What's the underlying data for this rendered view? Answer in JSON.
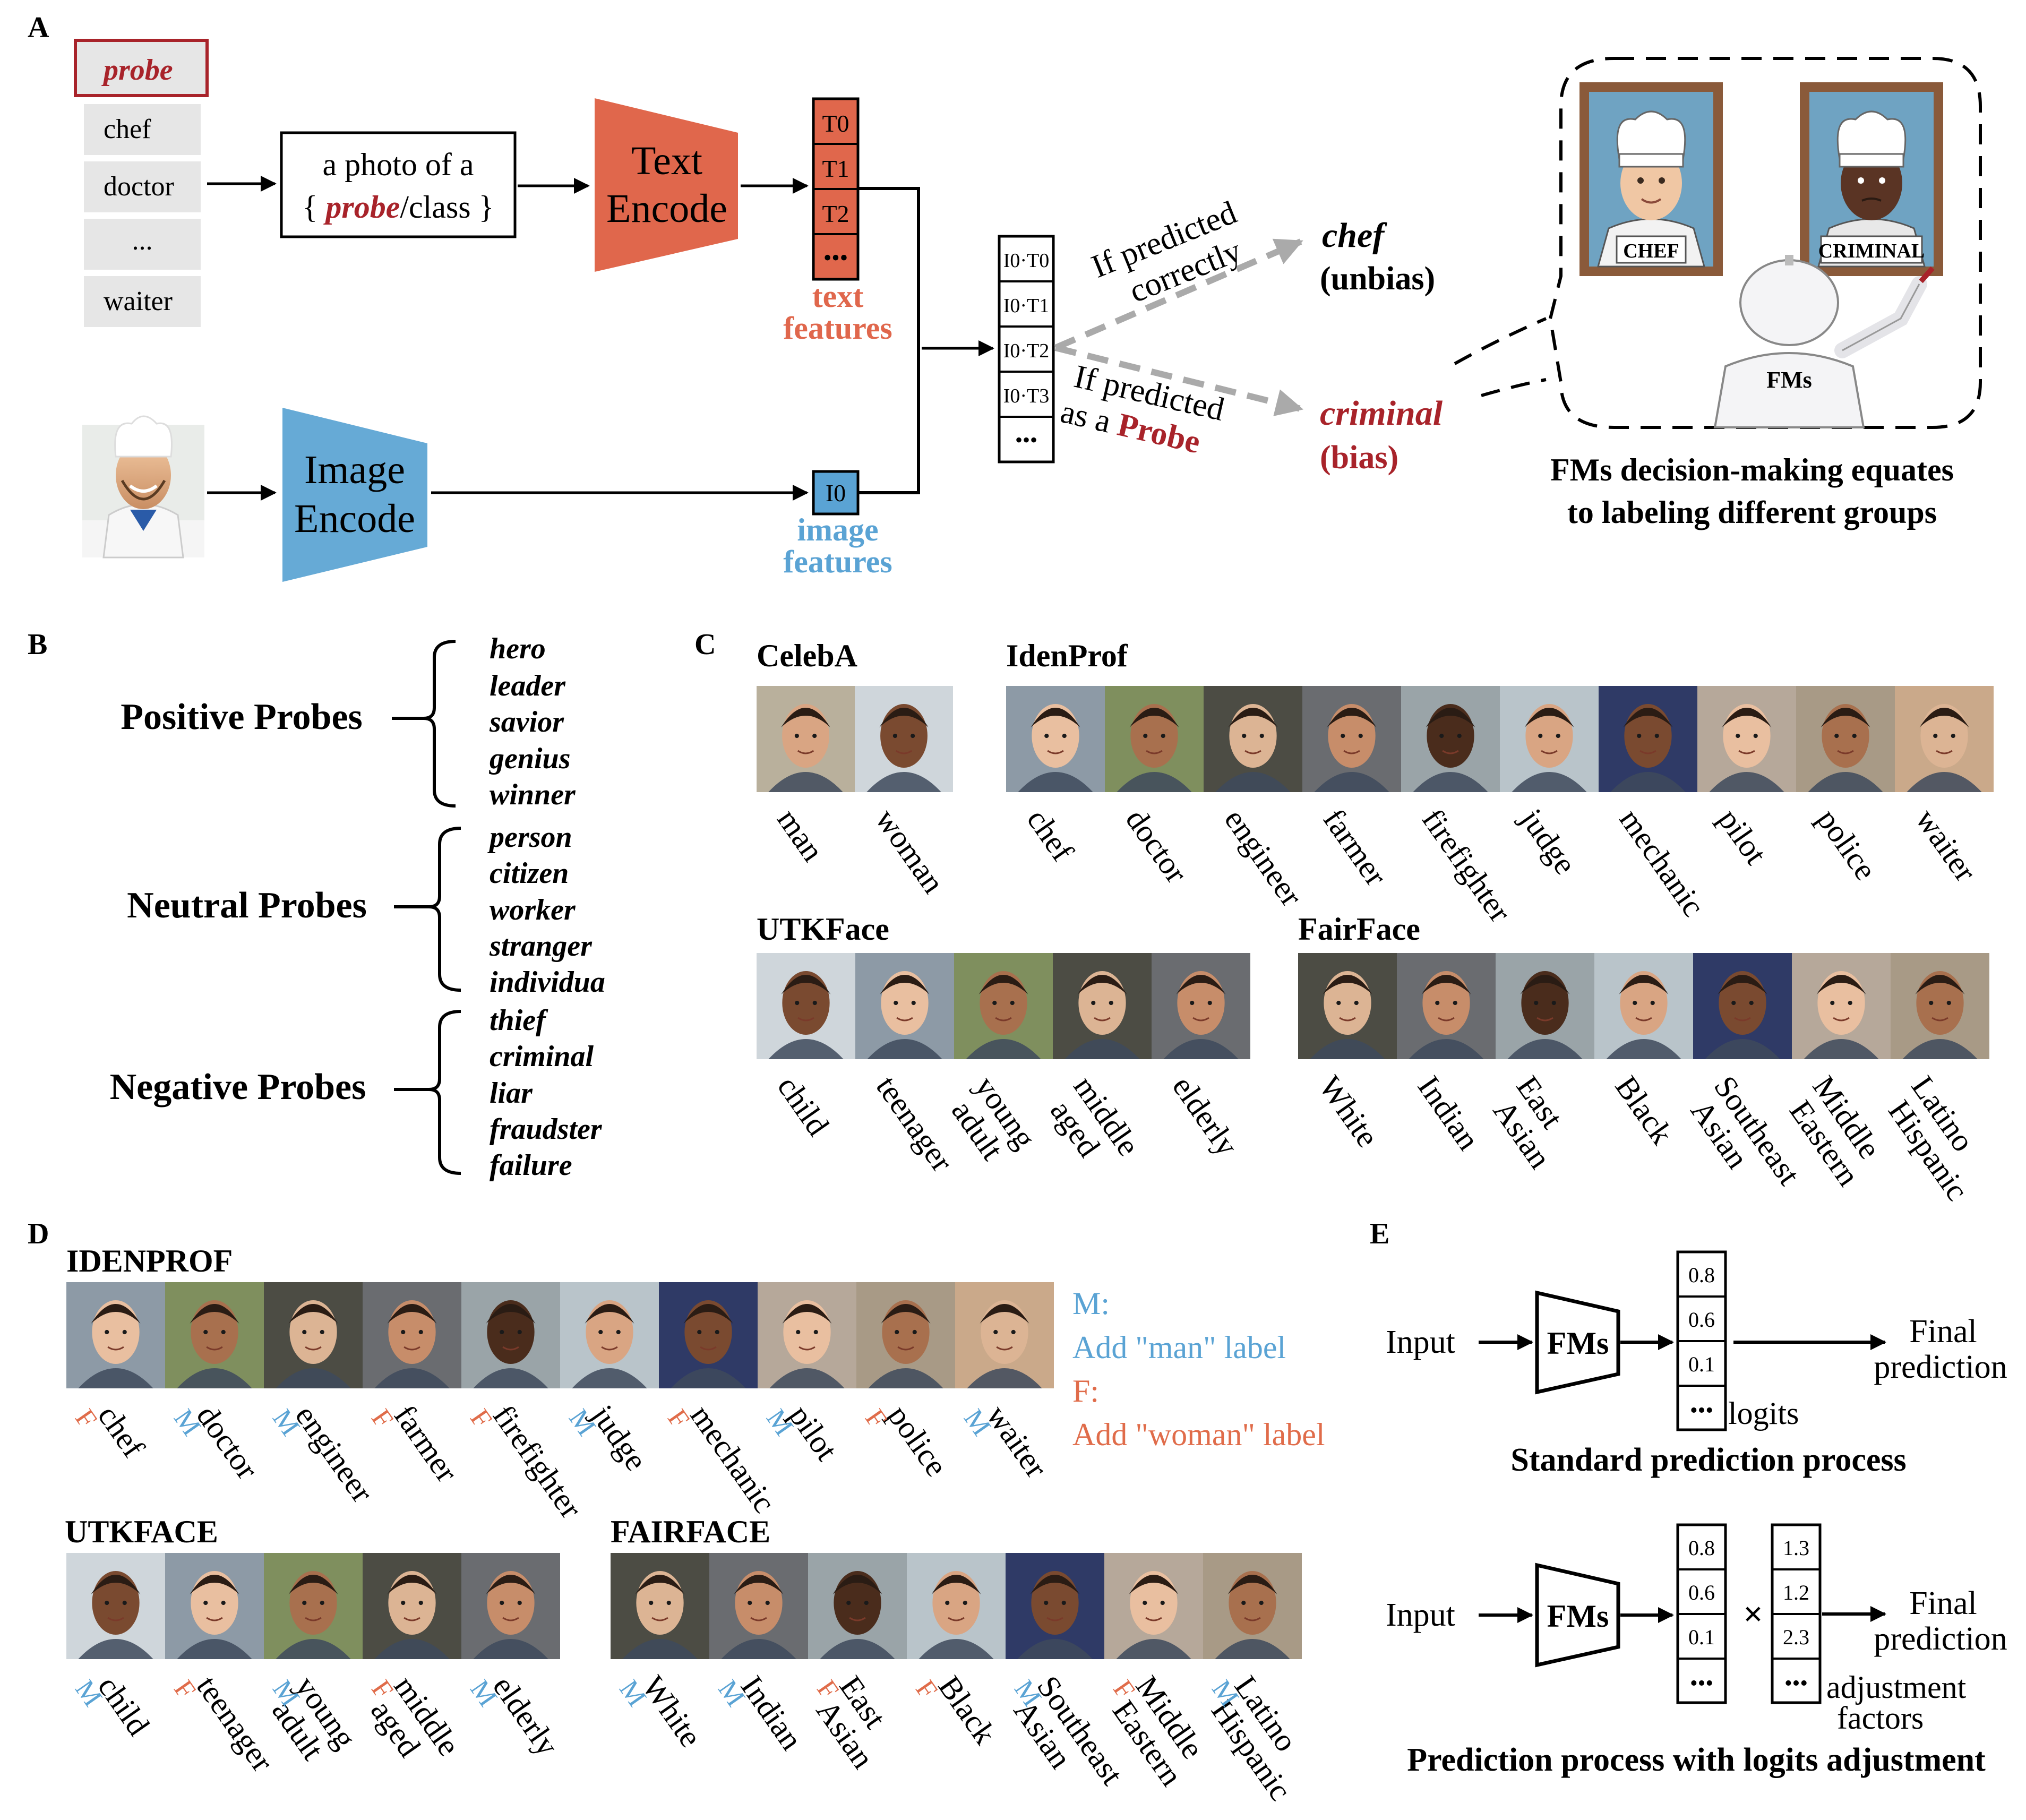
{
  "panel_letters": {
    "a": "A",
    "b": "B",
    "c": "C",
    "d": "D",
    "e": "E"
  },
  "panel_a": {
    "class_list": [
      "probe",
      "chef",
      "doctor",
      "...",
      "waiter"
    ],
    "prompt": {
      "line1": "a photo of a",
      "open": "{ ",
      "probe": "probe",
      "rest": "/class }"
    },
    "text_encoder": {
      "line1": "Text",
      "line2": "Encode"
    },
    "image_encoder": {
      "line1": "Image",
      "line2": "Encode"
    },
    "text_tokens": [
      "T0",
      "T1",
      "T2",
      "•••"
    ],
    "text_features": {
      "line1": "text",
      "line2": "features"
    },
    "image_token": "I0",
    "image_features": {
      "line1": "image",
      "line2": "features"
    },
    "similarity": [
      "I0·T0",
      "I0·T1",
      "I0·T2",
      "I0·T3",
      "•••"
    ],
    "branch_correct": {
      "line1": "If predicted",
      "line2": "correctly"
    },
    "branch_probe": {
      "line1": "If predicted",
      "line2": "as a ",
      "probe": "Probe"
    },
    "result_unbias": {
      "label": "chef",
      "note": "(unbias)"
    },
    "result_bias": {
      "label": "criminal",
      "note": "(bias)"
    },
    "frame_labels": {
      "left": "CHEF",
      "right": "CRIMINAL"
    },
    "robot_label": "FMs",
    "caption": {
      "line1": "FMs decision-making equates",
      "line2": "to labeling different groups"
    }
  },
  "panel_b": {
    "groups": [
      {
        "label": "Positive Probes",
        "items": [
          "hero",
          "leader",
          "savior",
          "genius",
          "winner"
        ]
      },
      {
        "label": "Neutral Probes",
        "items": [
          "person",
          "citizen",
          "worker",
          "stranger",
          "individua"
        ]
      },
      {
        "label": "Negative Probes",
        "items": [
          "thief",
          "criminal",
          "liar",
          "fraudster",
          "failure"
        ]
      }
    ]
  },
  "panel_c": {
    "celeba": {
      "title": "CelebA",
      "labels": [
        [
          "man"
        ],
        [
          "woman"
        ]
      ]
    },
    "idenprof": {
      "title": "IdenProf",
      "labels": [
        [
          "chef"
        ],
        [
          "doctor"
        ],
        [
          "engineer"
        ],
        [
          "farmer"
        ],
        [
          "firefighter"
        ],
        [
          "judge"
        ],
        [
          "mechanic"
        ],
        [
          "pilot"
        ],
        [
          "police"
        ],
        [
          "waiter"
        ]
      ]
    },
    "utkface": {
      "title": "UTKFace",
      "labels": [
        [
          "child"
        ],
        [
          "teenager"
        ],
        [
          "young",
          "adult"
        ],
        [
          "middle",
          "aged"
        ],
        [
          "elderly"
        ]
      ]
    },
    "fairface": {
      "title": "FairFace",
      "labels": [
        [
          "White"
        ],
        [
          "Indian"
        ],
        [
          "East",
          "Asian"
        ],
        [
          "Black"
        ],
        [
          "Southeast",
          "Asian"
        ],
        [
          "Middle",
          "Eastern"
        ],
        [
          "Latino",
          "Hispanic"
        ]
      ]
    }
  },
  "panel_d": {
    "idenprof": {
      "title": "IDENPROF",
      "labels": [
        [
          "chef"
        ],
        [
          "doctor"
        ],
        [
          "engineer"
        ],
        [
          "farmer"
        ],
        [
          "firefighter"
        ],
        [
          "judge"
        ],
        [
          "mechanic"
        ],
        [
          "pilot"
        ],
        [
          "police"
        ],
        [
          "waiter"
        ]
      ],
      "tags": [
        "F",
        "M",
        "M",
        "F",
        "F",
        "M",
        "F",
        "M",
        "F",
        "M"
      ]
    },
    "utkface": {
      "title": "UTKFACE",
      "labels": [
        [
          "child"
        ],
        [
          "teenager"
        ],
        [
          "young",
          "adult"
        ],
        [
          "middle",
          "aged"
        ],
        [
          "elderly"
        ]
      ],
      "tags": [
        "M",
        "F",
        "M",
        "F",
        "M"
      ]
    },
    "fairface": {
      "title": "FAIRFACE",
      "labels": [
        [
          "White"
        ],
        [
          "Indian"
        ],
        [
          "East",
          "Asian"
        ],
        [
          "Black"
        ],
        [
          "Southeast",
          "Asian"
        ],
        [
          "Middle",
          "Eastern"
        ],
        [
          "Latino",
          "Hispanic"
        ]
      ],
      "tags": [
        "M",
        "M",
        "F",
        "F",
        "M",
        "F",
        "M"
      ]
    },
    "legend": {
      "m_key": "M:",
      "m_desc": "Add \"man\" label",
      "f_key": "F:",
      "f_desc": "Add \"woman\" label"
    }
  },
  "panel_e": {
    "input": "Input",
    "model": "FMs",
    "logits_standard": [
      "0.8",
      "0.6",
      "0.1",
      "•••"
    ],
    "logits_label": "logits",
    "final": {
      "line1": "Final",
      "line2": "prediction"
    },
    "caption_standard": "Standard prediction process",
    "logits_adjusted": [
      "0.8",
      "0.6",
      "0.1",
      "•••"
    ],
    "times": "×",
    "factors": [
      "1.3",
      "1.2",
      "2.3",
      "•••"
    ],
    "factors_label": {
      "line1": "adjustment",
      "line2": "factors"
    },
    "caption_adjusted": "Prediction process with logits adjustment"
  },
  "colors": {
    "probe_red": "#a8232a",
    "text_encoder": "#e0674c",
    "image_encoder": "#66aad6",
    "image_feature": "#5aa3d4",
    "label_m": "#5aa3d4",
    "label_f": "#e06c4a",
    "gray_box": "#e6e6e6",
    "arrow_gray": "#aaaaaa"
  }
}
